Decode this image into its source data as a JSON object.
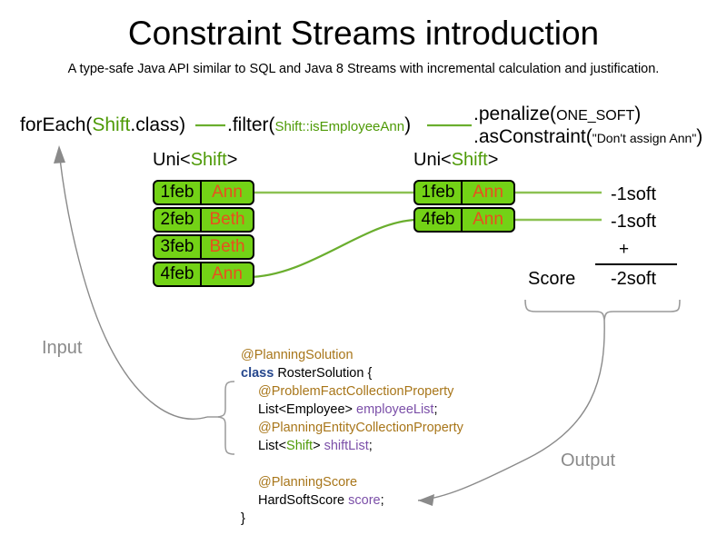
{
  "header": {
    "title": "Constraint Streams introduction",
    "subtitle": "A type-safe Java API similar to SQL and Java 8 Streams with incremental calculation and justification."
  },
  "pipeline": {
    "foreach": {
      "call": "forEach(",
      "type": "Shift",
      "tail": ".class)"
    },
    "filter": {
      "call": ".filter(",
      "ref": "Shift::isEmployeeAnn",
      "tail": ")"
    },
    "penalize": {
      "call": ".penalize(",
      "arg": "ONE_SOFT",
      "tail": ")"
    },
    "as_constraint": {
      "call": ".asConstraint(",
      "arg": "\"Don't assign Ann\"",
      "tail": ")"
    },
    "stream_type_left": {
      "prefix": "Uni<",
      "type": "Shift",
      "suffix": ">"
    },
    "stream_type_right": {
      "prefix": "Uni<",
      "type": "Shift",
      "suffix": ">"
    }
  },
  "input_cards": [
    {
      "date": "1feb",
      "name": "Ann"
    },
    {
      "date": "2feb",
      "name": "Beth"
    },
    {
      "date": "3feb",
      "name": "Beth"
    },
    {
      "date": "4feb",
      "name": "Ann"
    }
  ],
  "output_cards": [
    {
      "date": "1feb",
      "name": "Ann",
      "penalty": "-1soft"
    },
    {
      "date": "4feb",
      "name": "Ann",
      "penalty": "-1soft"
    }
  ],
  "score": {
    "label": "Score",
    "operator": "+",
    "total": "-2soft"
  },
  "code": {
    "lines": [
      {
        "indent": 0,
        "parts": [
          {
            "text": "@PlanningSolution",
            "style": "ann"
          }
        ]
      },
      {
        "indent": 0,
        "parts": [
          {
            "text": "class",
            "style": "kw"
          },
          {
            "text": " RosterSolution {",
            "style": "plain"
          }
        ]
      },
      {
        "indent": 1,
        "parts": [
          {
            "text": "@ProblemFactCollectionProperty",
            "style": "ann"
          }
        ]
      },
      {
        "indent": 1,
        "parts": [
          {
            "text": "List<Employee> ",
            "style": "plain"
          },
          {
            "text": "employeeList",
            "style": "fld"
          },
          {
            "text": ";",
            "style": "plain"
          }
        ]
      },
      {
        "indent": 1,
        "parts": [
          {
            "text": "@PlanningEntityCollectionProperty",
            "style": "ann"
          }
        ]
      },
      {
        "indent": 1,
        "parts": [
          {
            "text": "List<",
            "style": "plain"
          },
          {
            "text": "Shift",
            "style": "typ-green"
          },
          {
            "text": "> ",
            "style": "plain"
          },
          {
            "text": "shiftList",
            "style": "fld"
          },
          {
            "text": ";",
            "style": "plain"
          }
        ]
      },
      {
        "indent": 0,
        "parts": [
          {
            "text": " ",
            "style": "plain"
          }
        ]
      },
      {
        "indent": 1,
        "parts": [
          {
            "text": "@PlanningScore",
            "style": "ann"
          }
        ]
      },
      {
        "indent": 1,
        "parts": [
          {
            "text": "HardSoftScore ",
            "style": "plain"
          },
          {
            "text": "score",
            "style": "fld"
          },
          {
            "text": ";",
            "style": "plain"
          }
        ]
      },
      {
        "indent": 0,
        "parts": [
          {
            "text": "}",
            "style": "plain"
          }
        ]
      }
    ]
  },
  "flow": {
    "input_label": "Input",
    "output_label": "Output"
  },
  "colors": {
    "card_fill": "#73D216",
    "card_border": "#000000",
    "name_text": "#E8501E",
    "type_green": "#4E9A06",
    "connector_green": "#6AAE2E",
    "annotation": "#A8761A",
    "keyword": "#26478D",
    "field": "#7B4FA8",
    "flow_gray": "#8A8A8A"
  }
}
